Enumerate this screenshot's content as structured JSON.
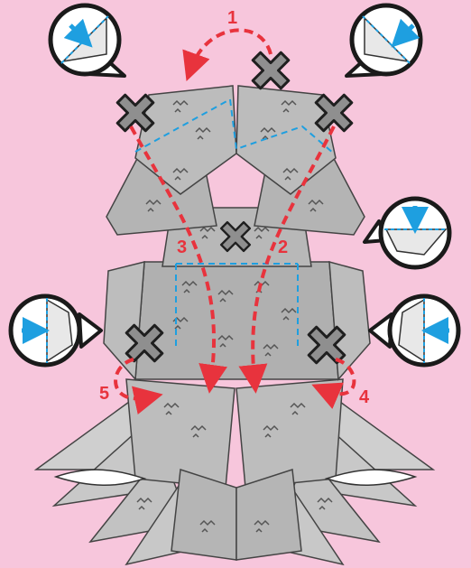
{
  "colors": {
    "background": "#f7c6dc",
    "piece_fill": "#a9a9a9",
    "piece_light": "#c8c8c8",
    "piece_outline": "#2b2b2b",
    "arrow": "#e8333d",
    "fold_line": "#1e9fe0",
    "bubble_fill": "#ffffff"
  },
  "steps": [
    {
      "label": "1",
      "icon": "curved-arrow-top"
    },
    {
      "label": "2",
      "icon": "down-arrow-right"
    },
    {
      "label": "3",
      "icon": "down-arrow-left"
    },
    {
      "label": "4",
      "icon": "curved-arrow-right"
    },
    {
      "label": "5",
      "icon": "curved-arrow-left"
    }
  ],
  "callouts": [
    {
      "icon": "fold-diagonal-left-icon"
    },
    {
      "icon": "fold-diagonal-right-icon"
    },
    {
      "icon": "fold-horizontal-icon"
    },
    {
      "icon": "fold-vertical-left-icon"
    },
    {
      "icon": "fold-vertical-right-icon"
    }
  ]
}
